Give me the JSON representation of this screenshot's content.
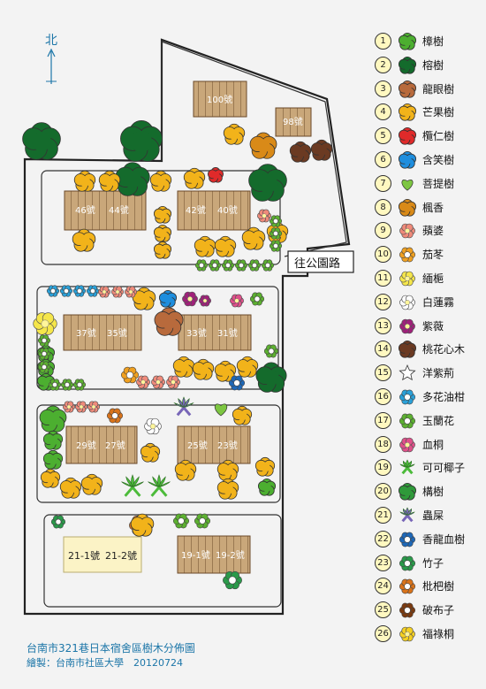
{
  "north_label": "北",
  "road_label": "往公園路",
  "buildings": [
    "100號",
    "98號",
    "46號",
    "44號",
    "42號",
    "40號",
    "37號",
    "35號",
    "33號",
    "31號",
    "29號",
    "27號",
    "25號",
    "23號",
    "21-1號",
    "21-2號",
    "19-1號",
    "19-2號"
  ],
  "legend": [
    {
      "num": "1",
      "label": "樟樹",
      "icon": "round-tree-icon",
      "color": "#4caf30"
    },
    {
      "num": "2",
      "label": "榕樹",
      "icon": "round-tree-icon",
      "color": "#146b2c"
    },
    {
      "num": "3",
      "label": "龍眼樹",
      "icon": "round-tree-icon",
      "color": "#b86a3c"
    },
    {
      "num": "4",
      "label": "芒果樹",
      "icon": "round-tree-icon",
      "color": "#f2b31a"
    },
    {
      "num": "5",
      "label": "欖仁樹",
      "icon": "round-tree-icon",
      "color": "#e02a2a"
    },
    {
      "num": "6",
      "label": "含笑樹",
      "icon": "round-tree-icon",
      "color": "#1e8ede"
    },
    {
      "num": "7",
      "label": "菩提樹",
      "icon": "heart-leaf-icon",
      "color": "#7dc642"
    },
    {
      "num": "8",
      "label": "楓香",
      "icon": "round-tree-icon",
      "color": "#d98a18"
    },
    {
      "num": "9",
      "label": "蘋婆",
      "icon": "flower-icon",
      "color": "#f08a7a"
    },
    {
      "num": "10",
      "label": "茄苳",
      "icon": "ring-flower-icon",
      "color": "#f0a020"
    },
    {
      "num": "11",
      "label": "緬梔",
      "icon": "flower-icon",
      "color": "#f5e64a"
    },
    {
      "num": "12",
      "label": "白蓮霧",
      "icon": "flower-icon",
      "color": "#ffffff"
    },
    {
      "num": "13",
      "label": "紫薇",
      "icon": "flower-icon",
      "color": "#a0207a"
    },
    {
      "num": "14",
      "label": "桃花心木",
      "icon": "round-tree-icon",
      "color": "#6b3a22"
    },
    {
      "num": "15",
      "label": "洋紫荊",
      "icon": "star-leaf-icon",
      "color": "#ffffff"
    },
    {
      "num": "16",
      "label": "多花油柑",
      "icon": "ring-flower-icon",
      "color": "#2aa0d8"
    },
    {
      "num": "17",
      "label": "玉蘭花",
      "icon": "ring-flower-icon",
      "color": "#5cb030"
    },
    {
      "num": "18",
      "label": "血桐",
      "icon": "flower-icon",
      "color": "#e0508a"
    },
    {
      "num": "19",
      "label": "可可椰子",
      "icon": "palm-icon",
      "color": "#4cbb3a"
    },
    {
      "num": "20",
      "label": "構樹",
      "icon": "round-tree-icon",
      "color": "#2f9a3a"
    },
    {
      "num": "21",
      "label": "蟲屎",
      "icon": "palm-icon",
      "color": "#7866b8"
    },
    {
      "num": "22",
      "label": "香龍血樹",
      "icon": "ring-flower-icon",
      "color": "#1e68b8"
    },
    {
      "num": "23",
      "label": "竹子",
      "icon": "ring-flower-icon",
      "color": "#2a9a4a"
    },
    {
      "num": "24",
      "label": "枇杷樹",
      "icon": "ring-flower-icon",
      "color": "#d9731a"
    },
    {
      "num": "25",
      "label": "破布子",
      "icon": "ring-flower-icon",
      "color": "#7a3a10"
    },
    {
      "num": "26",
      "label": "福祿桐",
      "icon": "flower-icon",
      "color": "#f5d020"
    }
  ],
  "caption": {
    "title": "台南市321巷日本宿舍區樹木分佈圖",
    "credit": "繪製：台南市社區大學　20120724"
  }
}
